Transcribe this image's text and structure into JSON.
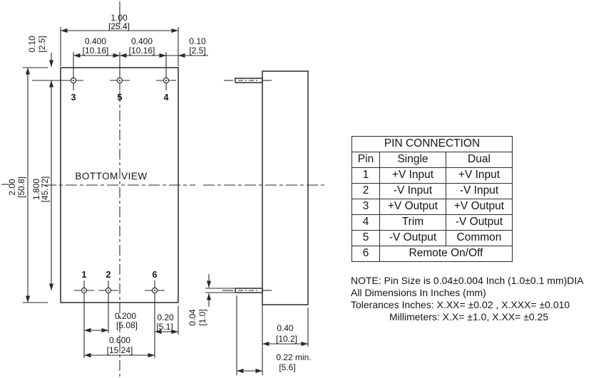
{
  "drawing": {
    "view_label": "BOTTOM VIEW",
    "pins_top": [
      "3",
      "5",
      "4"
    ],
    "pins_bottom": [
      "1",
      "2",
      "6"
    ],
    "dim_width_in": "1.00",
    "dim_width_mm": "[25.4]",
    "dim_pitch_a_in": "0.400",
    "dim_pitch_a_mm": "[10.16]",
    "dim_pitch_b_in": "0.400",
    "dim_pitch_b_mm": "[10.16]",
    "dim_edge_right_in": "0.10",
    "dim_edge_right_mm": "[2.5]",
    "dim_edge_top_in": "0.10",
    "dim_edge_top_mm": "[2.5]",
    "dim_height_in": "2.00",
    "dim_height_mm": "[50.8]",
    "dim_pin_rows_in": "1.800",
    "dim_pin_rows_mm": "[45.72]",
    "dim_pin12_in": "0.200",
    "dim_pin12_mm": "[5.08]",
    "dim_pin6_edge_in": "0.20",
    "dim_pin6_edge_mm": "[5.1]",
    "dim_pin16_in": "0.600",
    "dim_pin16_mm": "[15.24]",
    "dim_pin_dia_in": "0.04",
    "dim_pin_dia_mm": "[1.0]",
    "dim_depth_in": "0.40",
    "dim_depth_mm": "[10.2]",
    "dim_pin_len_in": "0.22 min.",
    "dim_pin_len_mm": "[5.6]"
  },
  "table": {
    "title": "PIN CONNECTION",
    "col_pin": "Pin",
    "col_single": "Single",
    "col_dual": "Dual",
    "rows": [
      [
        "1",
        "+V Input",
        "+V Input"
      ],
      [
        "2",
        "-V Input",
        "-V Input"
      ],
      [
        "3",
        "+V Output",
        "+V Output"
      ],
      [
        "4",
        "Trim",
        "-V Output"
      ],
      [
        "5",
        "-V Output",
        "Common"
      ],
      [
        "6",
        "Remote On/Off"
      ]
    ]
  },
  "notes": [
    "NOTE: Pin Size is 0.04±0.004 Inch (1.0±0.1 mm)DIA",
    "All Dimensions In Inches (mm)",
    "Tolerances Inches: X.XX= ±0.02 , X.XXX= ±0.010",
    "Millimeters: X.X= ±1.0, X.XX= ±0.25"
  ]
}
